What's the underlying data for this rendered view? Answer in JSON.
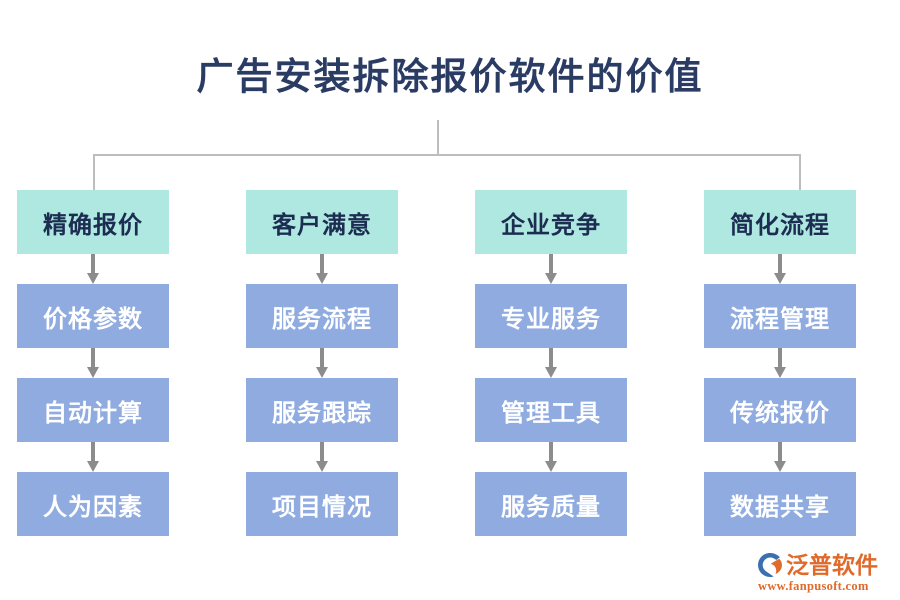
{
  "title": "广告安装拆除报价软件的价值",
  "colors": {
    "title_text": "#2b3c64",
    "header_box": "#aee8e0",
    "header_text": "#1d2d52",
    "sub_box": "#8fabe0",
    "sub_text": "#ffffff",
    "connector": "#bdbdbd",
    "arrow": "#8c8c8c",
    "watermark": "#e06a2b"
  },
  "columns": [
    {
      "header": "精确报价",
      "items": [
        "价格参数",
        "自动计算",
        "人为因素"
      ]
    },
    {
      "header": "客户满意",
      "items": [
        "服务流程",
        "服务跟踪",
        "项目情况"
      ]
    },
    {
      "header": "企业竞争",
      "items": [
        "专业服务",
        "管理工具",
        "服务质量"
      ]
    },
    {
      "header": "简化流程",
      "items": [
        "流程管理",
        "传统报价",
        "数据共享"
      ]
    }
  ],
  "watermark": {
    "brand": "泛普软件",
    "url": "www.fanpusoft.com"
  }
}
